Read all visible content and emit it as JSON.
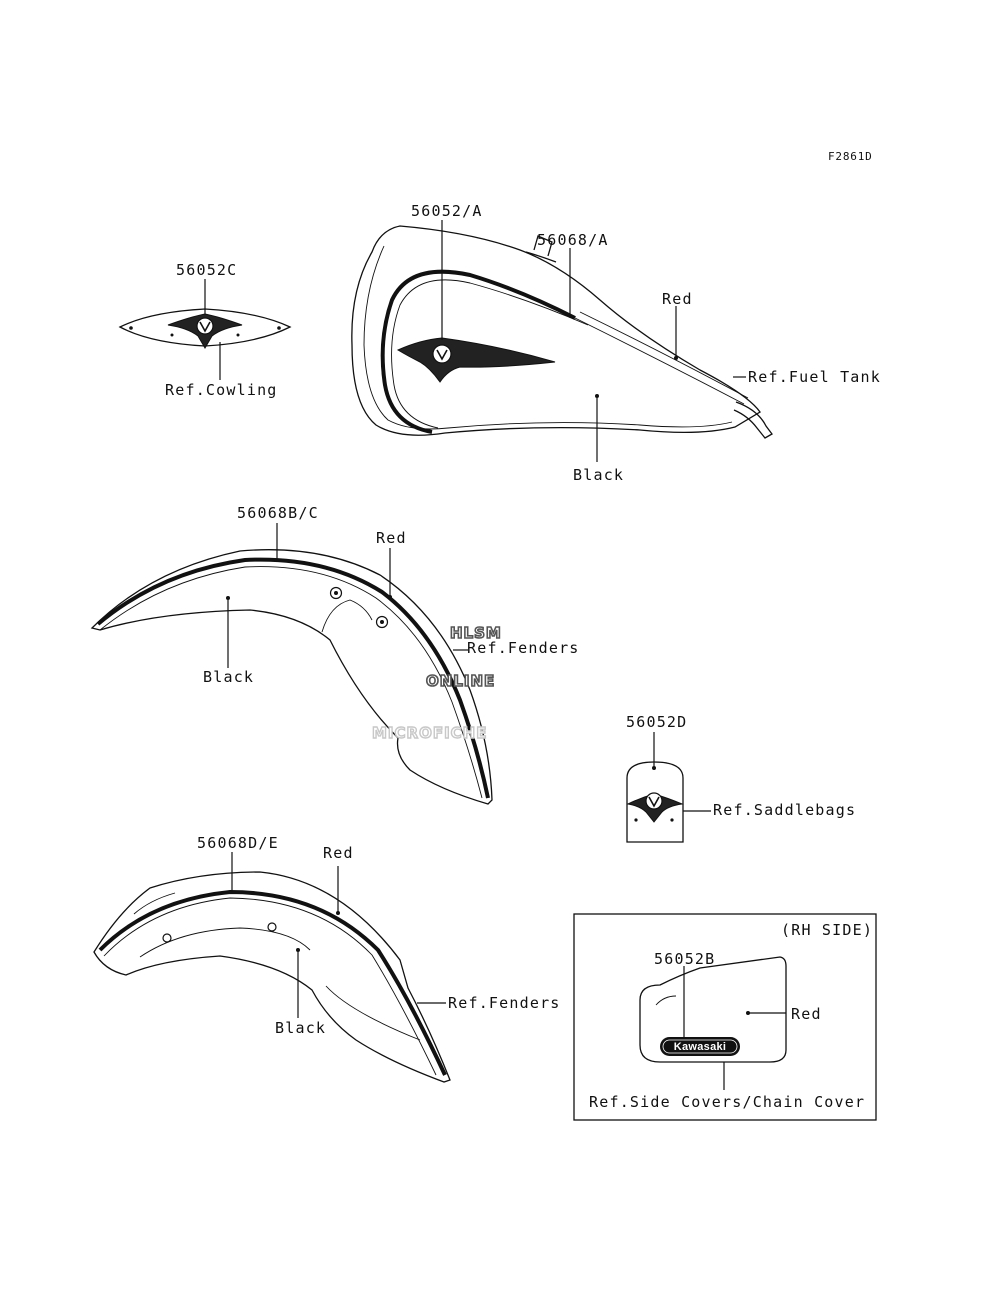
{
  "figure_code": "F2861D",
  "watermark": {
    "line1": "HLSM",
    "line2": "ONLINE",
    "line3": "MICROFICHE"
  },
  "cowling": {
    "part": "56052C",
    "ref": "Ref.Cowling"
  },
  "fuel_tank": {
    "part_emblem": "56052/A",
    "part_stripe": "56068/A",
    "color_top": "Red",
    "color_bottom": "Black",
    "ref": "Ref.Fuel Tank"
  },
  "front_fender": {
    "part": "56068B/C",
    "color_top": "Red",
    "color_bottom": "Black",
    "ref": "Ref.Fenders"
  },
  "saddlebags": {
    "part": "56052D",
    "ref": "Ref.Saddlebags"
  },
  "rear_fender": {
    "part": "56068D/E",
    "color_top": "Red",
    "color_bottom": "Black",
    "ref": "Ref.Fenders"
  },
  "side_cover": {
    "side": "(RH SIDE)",
    "part": "56052B",
    "color": "Red",
    "badge": "Kawasaki",
    "ref": "Ref.Side Covers/Chain Cover"
  }
}
